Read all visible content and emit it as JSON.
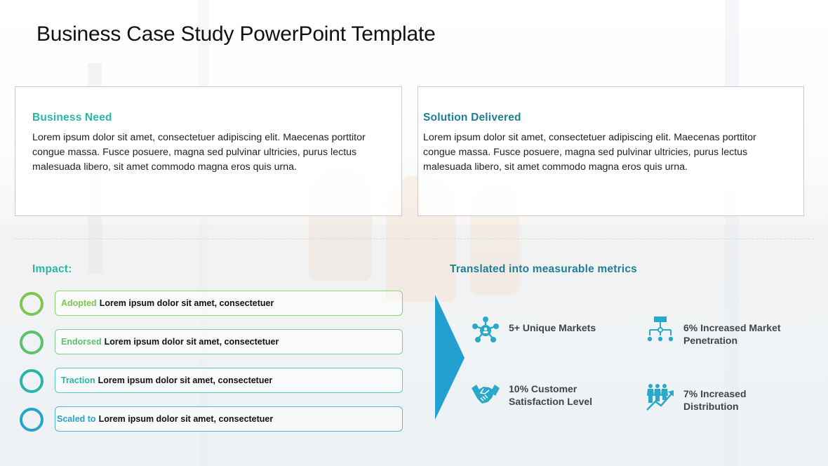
{
  "slide": {
    "title": "Business Case Study PowerPoint Template"
  },
  "cards": [
    {
      "heading": "Business Need",
      "body": "Lorem ipsum dolor sit amet, consectetuer adipiscing elit.  Maecenas porttitor congue massa. Fusce posuere, magna sed pulvinar ultricies, purus lectus malesuada libero, sit amet commodo magna eros quis urna.",
      "heading_color": "#2bb5a8"
    },
    {
      "heading": "Solution Delivered",
      "body": "Lorem ipsum dolor sit amet, consectetuer adipiscing elit.  Maecenas porttitor congue massa. Fusce posuere, magna sed pulvinar ultricies, purus lectus malesuada libero, sit amet commodo magna eros quis urna.",
      "heading_color": "#1e7f95"
    }
  ],
  "impact": {
    "heading": "Impact:",
    "items": [
      {
        "keyword": "Adopted",
        "text": "Lorem ipsum dolor sit amet, consectetuer",
        "color": "#7dc74f"
      },
      {
        "keyword": "Endorsed",
        "text": "Lorem ipsum dolor sit amet, consectetuer",
        "color": "#5dc06a"
      },
      {
        "keyword": "Traction",
        "text": "Lorem ipsum dolor sit amet, consectetuer",
        "color": "#2bb5a8"
      },
      {
        "keyword": "Scaled to",
        "text": "Lorem ipsum dolor sit amet, consectetuer",
        "color": "#27a3c9"
      }
    ]
  },
  "metrics": {
    "heading": "Translated into measurable metrics",
    "accent_color": "#23a0d0",
    "icon_color": "#2aa8c9",
    "items": [
      {
        "icon": "network-hub-icon",
        "line1": "5+ Unique Markets",
        "line2": ""
      },
      {
        "icon": "hierarchy-chart-icon",
        "line1": "6% Increased Market",
        "line2": "Penetration"
      },
      {
        "icon": "handshake-icon",
        "line1": "10% Customer",
        "line2": "Satisfaction Level"
      },
      {
        "icon": "team-growth-icon",
        "line1": "7% Increased",
        "line2": "Distribution"
      }
    ]
  }
}
